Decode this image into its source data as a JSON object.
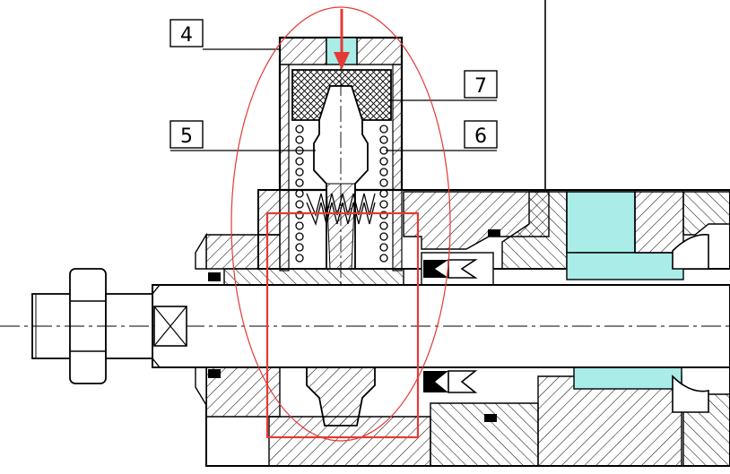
{
  "diagram": {
    "callouts": [
      {
        "id": "4",
        "label": "4"
      },
      {
        "id": "5",
        "label": "5"
      },
      {
        "id": "6",
        "label": "6"
      },
      {
        "id": "7",
        "label": "7"
      }
    ],
    "colors": {
      "outline": "#000000",
      "hatch": "#000000",
      "fluid": "#a9ece8",
      "highlight": "#e53935",
      "arrow": "#e53935",
      "background": "#ffffff"
    },
    "annotations": {
      "highlight_ellipse": "red-ellipse",
      "highlight_rect": "red-rectangle",
      "flow_arrow": "red-down-arrow"
    }
  }
}
